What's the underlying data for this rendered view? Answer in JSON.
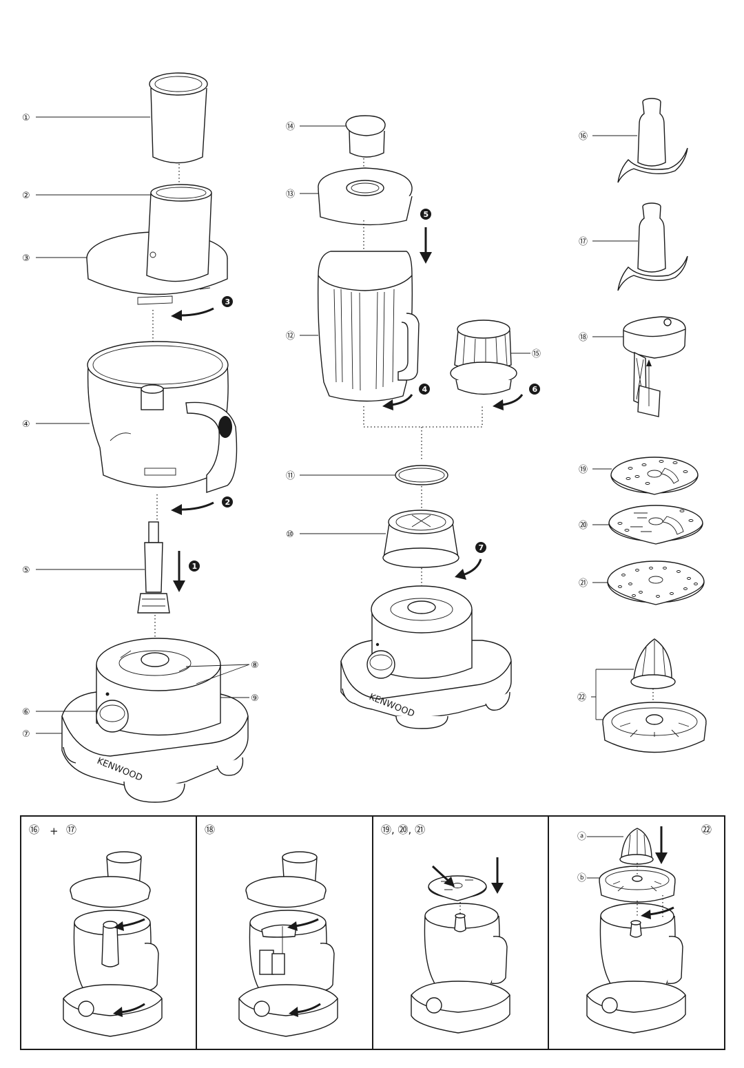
{
  "part_labels": [
    "①",
    "②",
    "③",
    "④",
    "⑤",
    "⑥",
    "⑦",
    "⑧",
    "⑨",
    "⑩",
    "⑪",
    "⑫",
    "⑬",
    "⑭",
    "⑮",
    "⑯",
    "⑰",
    "⑱",
    "⑲",
    "⑳",
    "㉑",
    "㉒"
  ],
  "step_numbers": [
    "1",
    "2",
    "3",
    "4",
    "5",
    "6",
    "7"
  ],
  "brand": "KENWOOD",
  "panels": {
    "panel1_title_a": "⑯",
    "panel1_plus": "+",
    "panel1_title_b": "⑰",
    "panel2_title": "⑱",
    "panel3_title": "⑲, ⑳, ㉑",
    "panel4_title": "㉒",
    "panel4_part_a": "ⓐ",
    "panel4_part_b": "ⓑ"
  }
}
